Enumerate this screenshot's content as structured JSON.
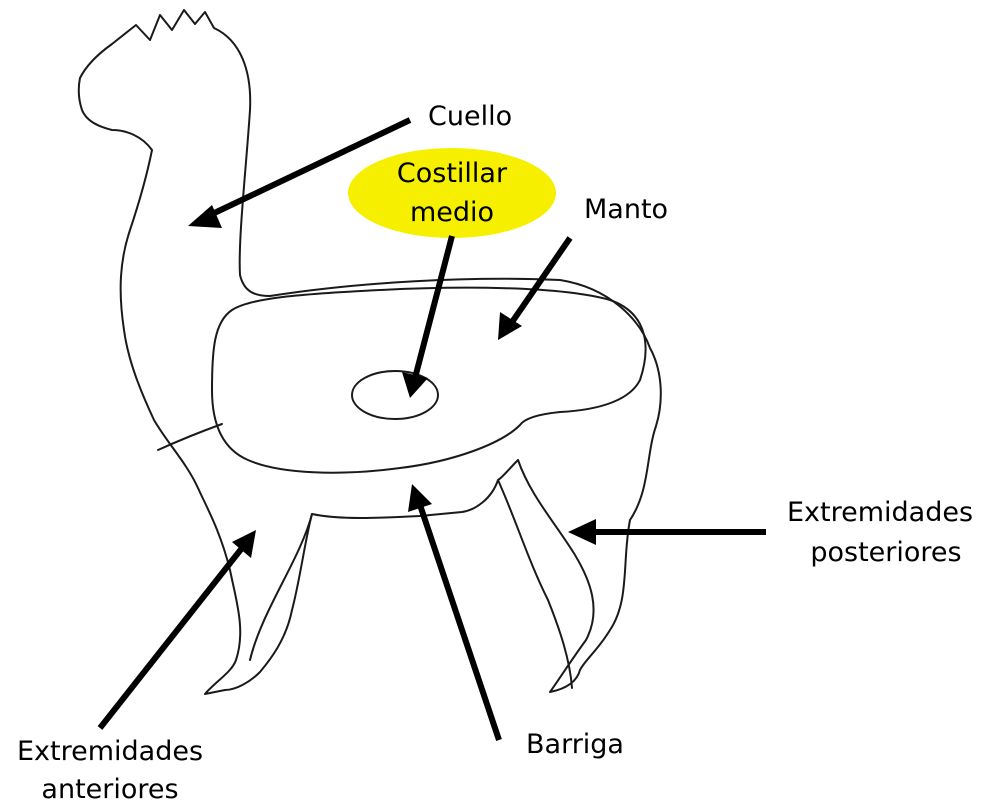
{
  "labels": {
    "cuello": "Cuello",
    "costillar_line1": "Costillar",
    "costillar_line2": "medio",
    "manto": "Manto",
    "ext_posteriores_line1": "Extremidades",
    "ext_posteriores_line2": "posteriores",
    "barriga": "Barriga",
    "ext_anteriores_line1": "Extremidades",
    "ext_anteriores_line2": "anteriores"
  },
  "colors": {
    "highlight": "#f6f000",
    "outline": "#1a1a1a",
    "arrow": "#000000",
    "background": "#ffffff"
  }
}
